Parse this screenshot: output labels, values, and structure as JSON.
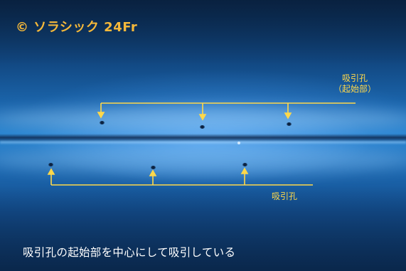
{
  "watermark": {
    "text": "© ソラシック 24Fr"
  },
  "annotations": {
    "upper_label_line1": "吸引孔",
    "upper_label_line2": "（起始部）",
    "lower_label": "吸引孔"
  },
  "caption": "吸引孔の起始部を中心にして吸引している",
  "colors": {
    "watermark": "#f5b83a",
    "annotation": "#ffd84a",
    "caption": "#ffffff",
    "background": "#1d6cb6"
  }
}
